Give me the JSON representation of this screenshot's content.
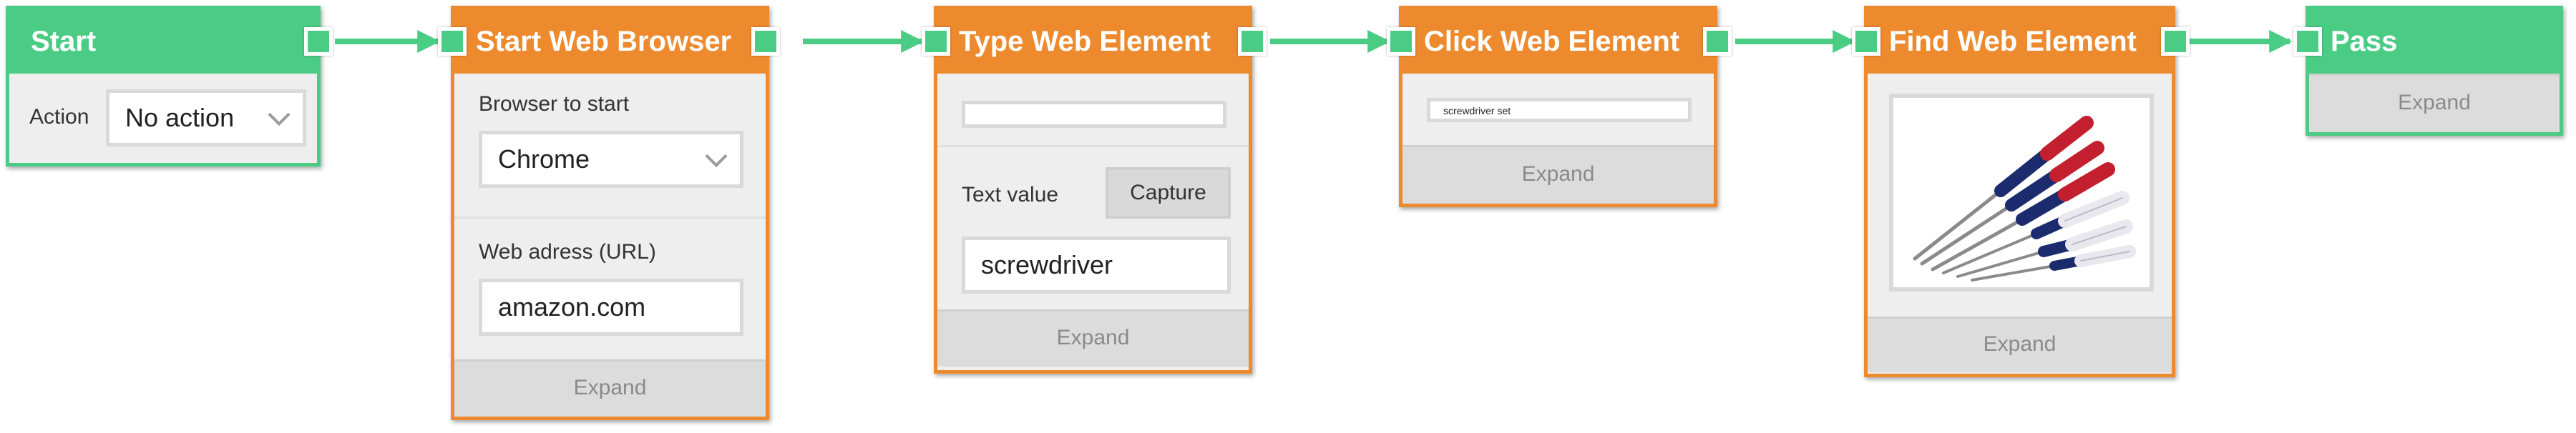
{
  "colors": {
    "start_node": "#4bcc84",
    "action_node": "#ee8a2e",
    "connector": "#4bcc84"
  },
  "nodes": {
    "start": {
      "title": "Start",
      "action_label": "Action",
      "action_value": "No action"
    },
    "browser": {
      "title": "Start Web Browser",
      "browser_label": "Browser to start",
      "browser_value": "Chrome",
      "url_label": "Web adress (URL)",
      "url_value": "amazon.com",
      "expand_label": "Expand"
    },
    "type": {
      "title": "Type Web Element",
      "element_value": "",
      "text_label": "Text value",
      "capture_label": "Capture",
      "text_value": "screwdriver",
      "expand_label": "Expand"
    },
    "click": {
      "title": "Click Web Element",
      "element_value": "screwdriver set",
      "expand_label": "Expand"
    },
    "find": {
      "title": "Find Web Element",
      "image_icon": "screwdriver-set-image",
      "expand_label": "Expand"
    },
    "pass": {
      "title": "Pass",
      "expand_label": "Expand"
    }
  }
}
